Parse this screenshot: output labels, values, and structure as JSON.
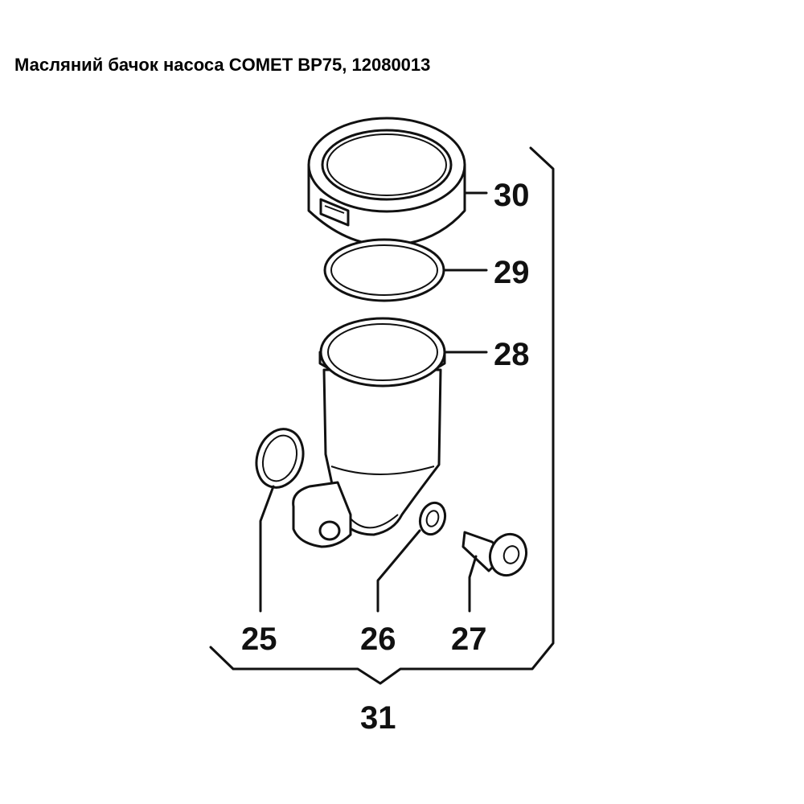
{
  "title": "Масляний бачок насоса COMET BP75, 12080013",
  "callouts": {
    "cap": "30",
    "o_ring_large": "29",
    "tank": "28",
    "o_ring_small": "25",
    "washer": "26",
    "screw": "27",
    "kit": "31"
  }
}
